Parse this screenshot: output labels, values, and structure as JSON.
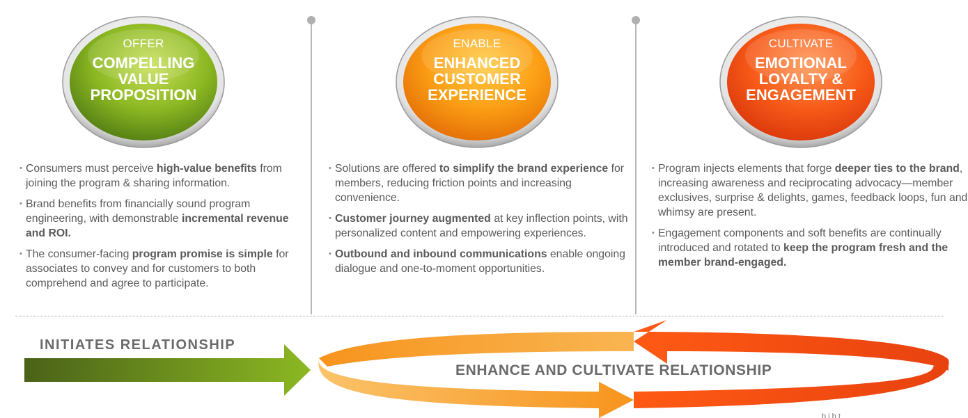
{
  "columns": [
    {
      "badge": {
        "kicker": "OFFER",
        "title": "COMPELLING VALUE PROPOSITION",
        "color_light": "#b8d84a",
        "color_dark": "#5d8a1a"
      },
      "bullets": [
        {
          "parts": [
            {
              "text": "Consumers must perceive ",
              "bold": false
            },
            {
              "text": "high-value  benefits",
              "bold": true
            },
            {
              "text": " from joining the program & sharing information.",
              "bold": false
            }
          ]
        },
        {
          "parts": [
            {
              "text": "Brand benefits from financially sound program engineering, with demonstrable ",
              "bold": false
            },
            {
              "text": "incremental revenue and ROI.",
              "bold": true
            }
          ]
        },
        {
          "parts": [
            {
              "text": "The consumer-facing ",
              "bold": false
            },
            {
              "text": "program promise is simple",
              "bold": true
            },
            {
              "text": "  for associates to convey and for customers to both comprehend and agree to participate.",
              "bold": false
            }
          ]
        }
      ]
    },
    {
      "badge": {
        "kicker": "ENABLE",
        "title": "ENHANCED CUSTOMER EXPERIENCE",
        "color_light": "#ffc233",
        "color_dark": "#f07a0a"
      },
      "bullets": [
        {
          "parts": [
            {
              "text": "Solutions are offered ",
              "bold": false
            },
            {
              "text": "to simplify  the brand experience",
              "bold": true
            },
            {
              "text": " for members, reducing friction points and increasing convenience.",
              "bold": false
            }
          ]
        },
        {
          "parts": [
            {
              "text": "Customer journey augmented",
              "bold": true
            },
            {
              "text": " at key inflection points, with personalized content and empowering experiences.",
              "bold": false
            }
          ]
        },
        {
          "parts": [
            {
              "text": "Outbound and inbound  communications",
              "bold": true
            },
            {
              "text": "  enable ongoing dialogue and one-to-moment opportunities.",
              "bold": false
            }
          ]
        }
      ]
    },
    {
      "badge": {
        "kicker": "CULTIVATE",
        "title": "EMOTIONAL LOYALTY & ENGAGEMENT",
        "color_light": "#ff8a4a",
        "color_dark": "#e5400e"
      },
      "bullets": [
        {
          "parts": [
            {
              "text": "Program  injects elements that forge ",
              "bold": false
            },
            {
              "text": "deeper ties  to the brand",
              "bold": true
            },
            {
              "text": ", increasing awareness and reciprocating advocacy—member exclusives, surprise & delights, games, feedback loops, fun and whimsy are present.",
              "bold": false
            }
          ]
        },
        {
          "parts": [
            {
              "text": "Engagement components and soft benefits are continually introduced and rotated to ",
              "bold": false
            },
            {
              "text": "keep the program fresh and the member brand-engaged.",
              "bold": true
            }
          ]
        }
      ]
    }
  ],
  "flow": {
    "initiate_label": "INITIATES RELATIONSHIP",
    "cycle_label": "ENHANCE AND CULTIVATE RELATIONSHIP",
    "footer_text": "b i  b     t"
  },
  "colors": {
    "green_dark": "#4a6218",
    "green_light": "#8cb822",
    "orange_light": "#fbbf62",
    "orange": "#f7941d",
    "red_orange": "#ff5a14",
    "red": "#e8420f",
    "divider": "#b8b8b8"
  }
}
